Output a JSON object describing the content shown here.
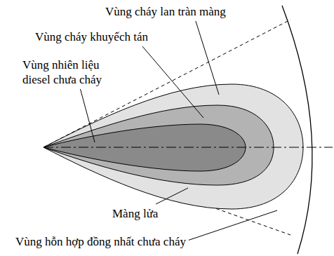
{
  "diagram": {
    "labels": [
      "Vùng cháy lan tràn màng",
      "Vùng cháy khuyếch tán",
      "Vùng nhiên liệu diesel chưa cháy",
      "Màng lửa",
      "Vùng hỗn hợp đồng nhất chưa cháy"
    ]
  }
}
